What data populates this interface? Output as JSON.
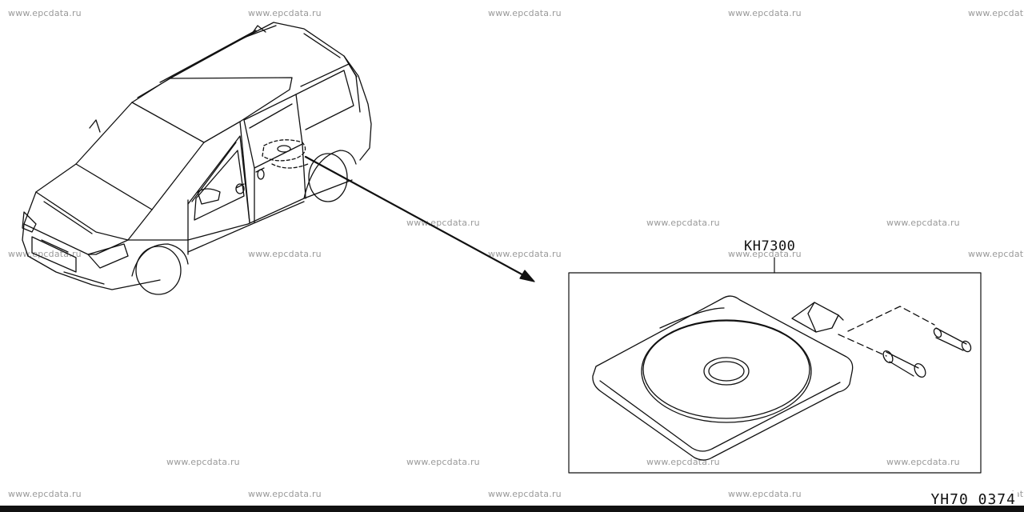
{
  "watermark": "www.epcdata.ru",
  "part": {
    "number": "KH7300"
  },
  "diagram_code": "YH70_0374",
  "colors": {
    "line": "#111111",
    "watermark": "#9a9a9a",
    "background": "#ffffff"
  }
}
